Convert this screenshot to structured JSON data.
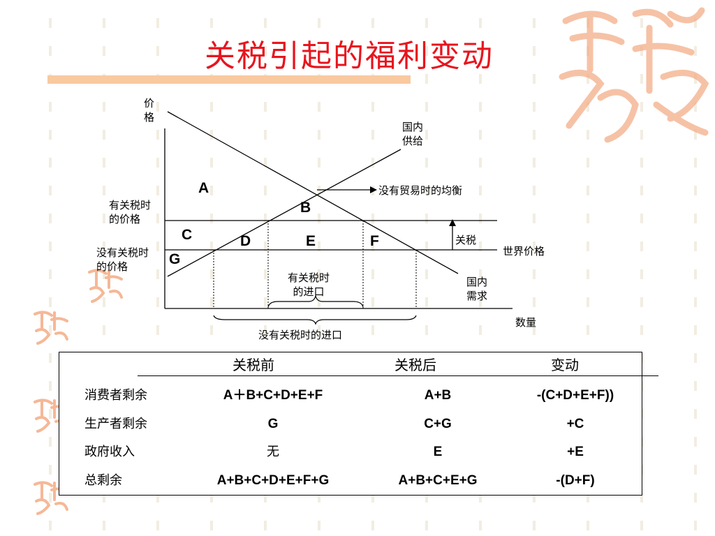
{
  "slide": {
    "title": "关税引起的福利变动",
    "accent_color": "#e8141e",
    "bar_color": "#f9c9a0",
    "decor_icon": "seal-stamp-icon"
  },
  "diagram": {
    "axis_y": "价\n格",
    "axis_x": "数量",
    "supply": "国内\n供给",
    "demand": "国内\n需求",
    "equilibrium": "没有贸易时的均衡",
    "tariff_price": "有关税时\n的价格",
    "no_tariff_price": "没有关税时\n的价格",
    "tariff": "关税",
    "world_price": "世界价格",
    "imports_tariff": "有关税时\n的进口",
    "imports_no_tariff": "没有关税时的进口",
    "areas": {
      "A": "A",
      "B": "B",
      "C": "C",
      "D": "D",
      "E": "E",
      "F": "F",
      "G": "G"
    }
  },
  "table": {
    "headers": [
      "关税前",
      "关税后",
      "变动"
    ],
    "rows": [
      {
        "label": "消费者剩余",
        "before": "A＋B+C+D+E+F",
        "after": "A+B",
        "change": "-(C+D+E+F))"
      },
      {
        "label": "生产者剩余",
        "before": "G",
        "after": "C+G",
        "change": "+C"
      },
      {
        "label": "政府收入",
        "before": "无",
        "after": "E",
        "change": "+E"
      },
      {
        "label": "总剩余",
        "before": "A+B+C+D+E+F+G",
        "after": "A+B+C+E+G",
        "change": "-(D+F)"
      }
    ]
  }
}
